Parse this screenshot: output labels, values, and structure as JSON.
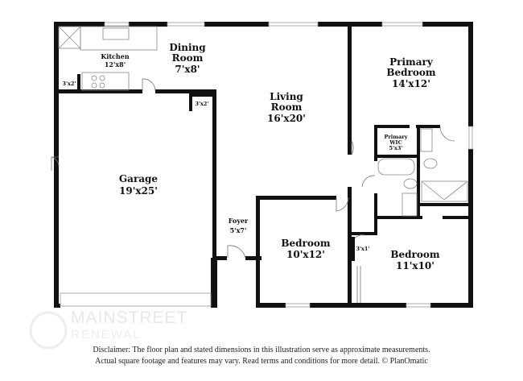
{
  "rooms": {
    "kitchen": {
      "name": "Kitchen",
      "size": "12'x8'"
    },
    "dining": {
      "name1": "Dining",
      "name2": "Room",
      "size": "7'x8'"
    },
    "living": {
      "name1": "Living",
      "name2": "Room",
      "size": "16'x20'"
    },
    "primary_bedroom": {
      "name1": "Primary",
      "name2": "Bedroom",
      "size": "14'x12'"
    },
    "primary_wic": {
      "name1": "Primary",
      "name2": "WIC",
      "size": "5'x3'"
    },
    "garage": {
      "name": "Garage",
      "size": "19'x25'"
    },
    "foyer": {
      "name": "Foyer",
      "size": "5'x7'"
    },
    "bedroom1": {
      "name": "Bedroom",
      "size": "10'x12'"
    },
    "bedroom2": {
      "name": "Bedroom",
      "size": "11'x10'"
    },
    "closet_kitchen": {
      "size": "3'x2'"
    },
    "closet_dining": {
      "size": "3'x2'"
    },
    "closet_hall": {
      "size": "3'x1'"
    }
  },
  "disclaimer": {
    "line1": "Disclaimer: The floor plan and stated dimensions in this illustration serve as approximate measurements.",
    "line2": "Actual square footage and features may vary. Read terms and conditions for more detail. © PlanOmatic"
  },
  "watermark": {
    "line1": "MAINSTREET",
    "line2": "RENEWAL"
  },
  "colors": {
    "wall": "#111111",
    "fixture": "#888888"
  }
}
